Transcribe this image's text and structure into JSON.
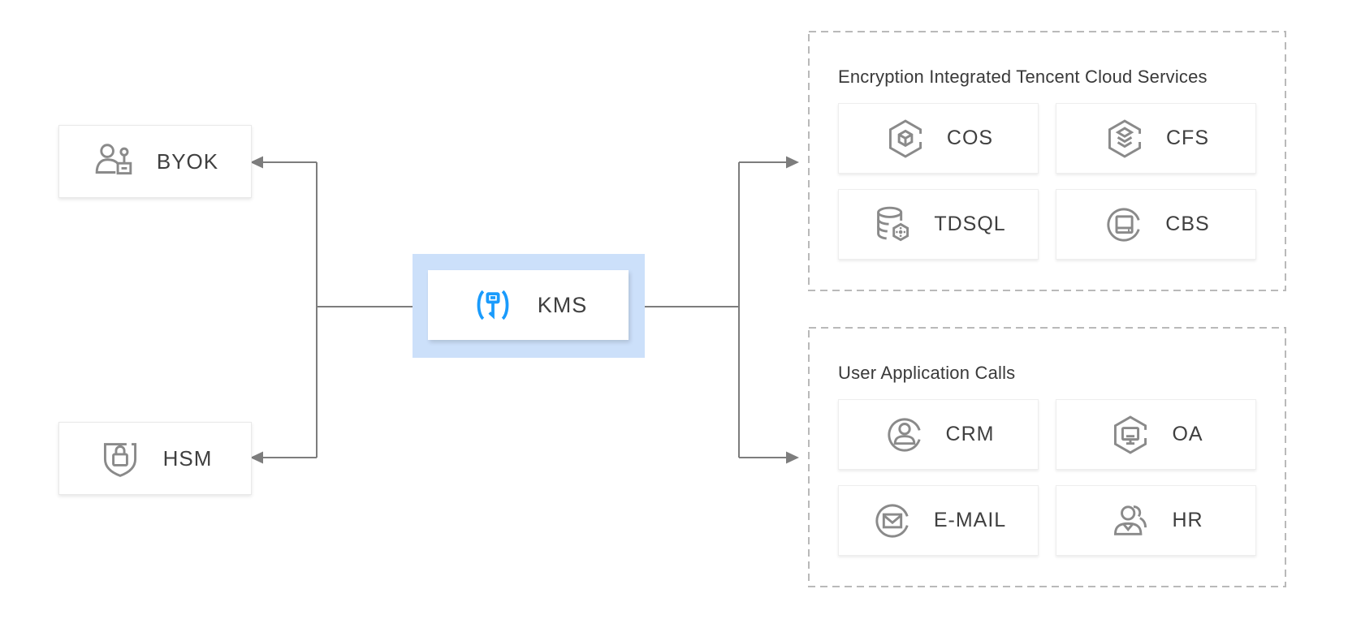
{
  "diagram": {
    "colors": {
      "accent_blue": "#1a9bfc",
      "kms_highlight_bg": "#cce0fa",
      "icon_gray": "#8a8a8a",
      "connector_gray": "#7d7d7d",
      "dashed_border": "#b9b9b9",
      "label_text": "#3f3f3f"
    },
    "nodes": {
      "byok": {
        "label": "BYOK",
        "icon": "user-key-icon"
      },
      "hsm": {
        "label": "HSM",
        "icon": "shield-lock-icon"
      },
      "kms": {
        "label": "KMS",
        "icon": "key-brackets-icon"
      }
    },
    "groups": [
      {
        "title": "Encryption Integrated Tencent Cloud Services",
        "items": [
          {
            "label": "COS",
            "icon": "hexagon-cube-icon"
          },
          {
            "label": "CFS",
            "icon": "hexagon-layers-icon"
          },
          {
            "label": "TDSQL",
            "icon": "database-hexnode-icon"
          },
          {
            "label": "CBS",
            "icon": "circle-disk-icon"
          }
        ]
      },
      {
        "title": "User Application Calls",
        "items": [
          {
            "label": "CRM",
            "icon": "circle-user-icon"
          },
          {
            "label": "OA",
            "icon": "hexagon-monitor-icon"
          },
          {
            "label": "E-MAIL",
            "icon": "circle-mail-icon"
          },
          {
            "label": "HR",
            "icon": "users-icon"
          }
        ]
      }
    ]
  }
}
